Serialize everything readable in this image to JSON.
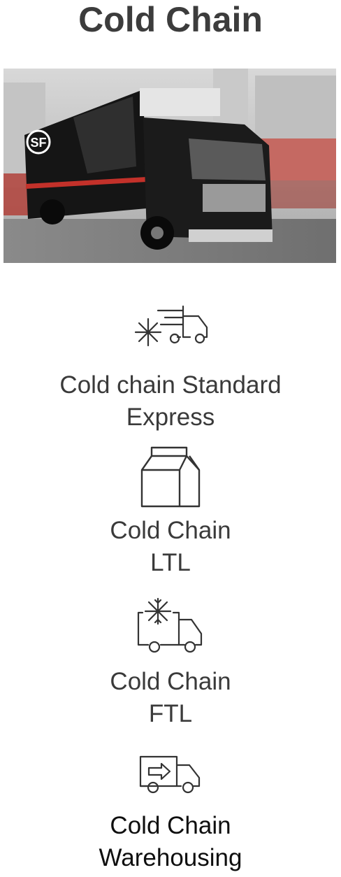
{
  "page": {
    "title": "Cold Chain",
    "hero_image": {
      "subject": "truck",
      "logo_text": "SF"
    }
  },
  "services": [
    {
      "icon": "snowflake-truck-icon",
      "line1": "Cold chain Standard",
      "line2": "Express"
    },
    {
      "icon": "milk-carton-icon",
      "line1": "Cold Chain",
      "line2": "LTL"
    },
    {
      "icon": "refrigerated-truck-icon",
      "line1": "Cold Chain",
      "line2": "FTL"
    },
    {
      "icon": "warehouse-delivery-truck-icon",
      "line1": "Cold Chain",
      "line2": "Warehousing"
    }
  ]
}
